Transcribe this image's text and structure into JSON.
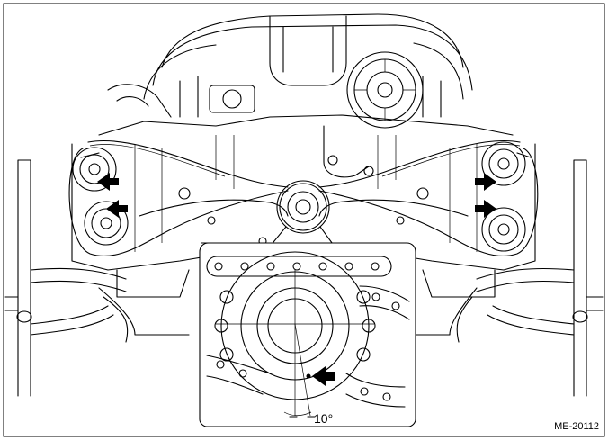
{
  "figure": {
    "reference_code": "ME-20112",
    "angle_label": "10°"
  },
  "icons": {
    "alignment_arrows": [
      "left-cam-upper-arrow",
      "left-cam-lower-arrow",
      "right-cam-upper-arrow",
      "right-cam-lower-arrow",
      "detail-crank-mark-arrow"
    ]
  },
  "colors": {
    "line": "#000000",
    "background": "#ffffff"
  }
}
